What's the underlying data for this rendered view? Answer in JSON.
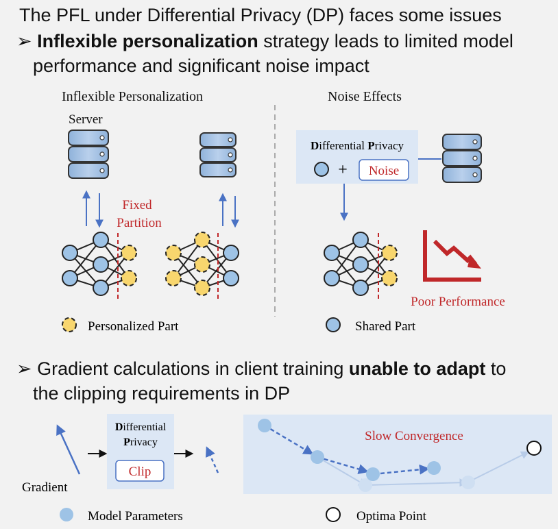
{
  "header": {
    "title": "The PFL under Differential Privacy (DP) faces some issues"
  },
  "bullet1": {
    "marker": "➢",
    "bold": "Inflexible personalization",
    "rest": " strategy leads to limited model",
    "line2": "performance and significant noise impact"
  },
  "panel_left": {
    "title": "Inflexible Personalization",
    "server_label": "Server",
    "fixed_partition": [
      "Fixed",
      "Partition"
    ],
    "legend_label": "Personalized Part"
  },
  "panel_right": {
    "title": "Noise Effects",
    "dp_label_d": "D",
    "dp_label_rest1": "ifferential ",
    "dp_label_p": "P",
    "dp_label_rest2": "rivacy",
    "plus": "+",
    "noise": "Noise",
    "poor_performance": "Poor Performance",
    "legend_label": "Shared Part"
  },
  "bullet2": {
    "marker": "➢",
    "pre": "Gradient calculations in client training ",
    "bold": "unable to adapt",
    "post": " to",
    "line2": "the clipping requirements in DP"
  },
  "bottom": {
    "gradient_label": "Gradient",
    "dp_line1_d": "D",
    "dp_line1_rest": "ifferential",
    "dp_line2_p": "P",
    "dp_line2_rest": "rivacy",
    "clip": "Clip",
    "slow_convergence": "Slow Convergence",
    "legend_model": "Model Parameters",
    "legend_optima": "Optima Point"
  },
  "colors": {
    "accent_blue": "#4a72c4",
    "node_fill": "#9ec3e6",
    "personal_yellow": "#f8d66e",
    "red": "#c0282a",
    "panel_bg": "#dce7f5"
  }
}
